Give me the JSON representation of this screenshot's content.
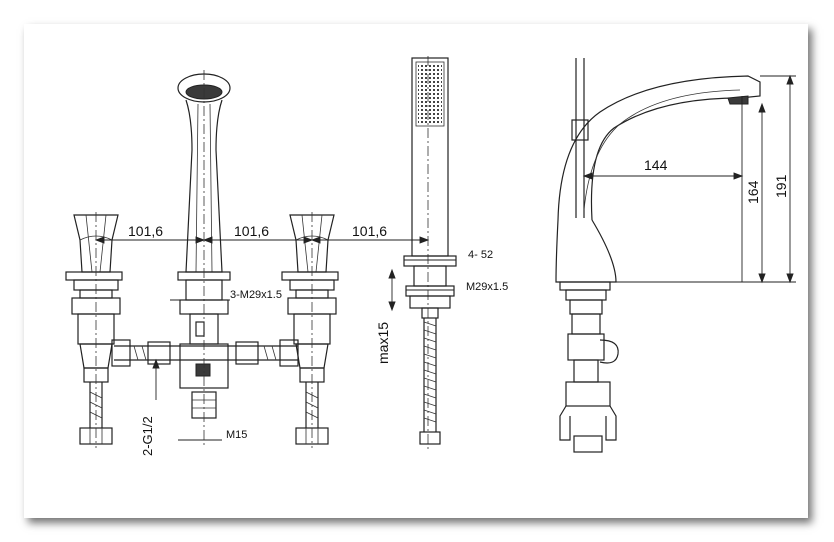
{
  "dimensions": {
    "spacing_1": "101,6",
    "spacing_2": "101,6",
    "spacing_3": "101,6",
    "thread_valves": "3-M29x1.5",
    "inlet_thread": "2-G1/2",
    "outlet_thread": "M15",
    "handshower_size": "4-  52",
    "handshower_thread": "M29x1.5",
    "max_deck": "max15",
    "spout_reach": "144",
    "spout_height_outlet": "164",
    "spout_height_total": "191"
  }
}
